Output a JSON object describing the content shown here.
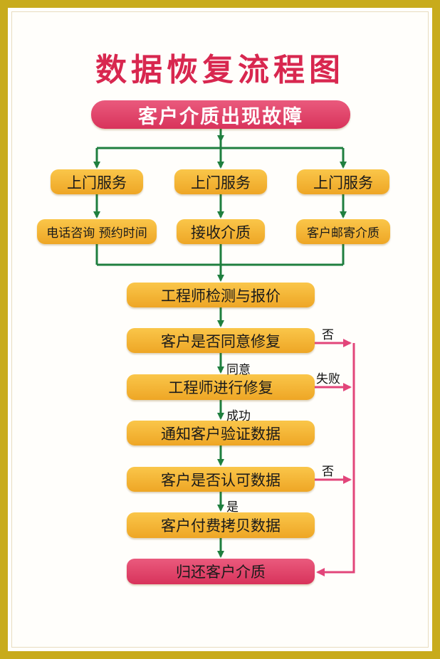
{
  "title": "数据恢复流程图",
  "nodes": {
    "fault": "客户介质出现故障",
    "service_left": "上门服务",
    "service_mid": "上门服务",
    "service_right": "上门服务",
    "phone": "电话咨询 预约时间",
    "receive": "接收介质",
    "mail": "客户邮寄介质",
    "inspect": "工程师检测与报价",
    "agree": "客户是否同意修复",
    "repair": "工程师进行修复",
    "notify": "通知客户验证数据",
    "approve": "客户是否认可数据",
    "pay": "客户付费拷贝数据",
    "return": "归还客户介质"
  },
  "labels": {
    "no_agree": "否",
    "agree_yes": "同意",
    "repair_fail": "失败",
    "repair_success": "成功",
    "no_approve": "否",
    "approve_yes": "是"
  },
  "colors": {
    "green_line": "#1f7f3f",
    "pink_line": "#e2457a",
    "orange_box": "#f5b633",
    "pink_box": "#e04468",
    "frame": "#c8ab1c",
    "title": "#d8274f"
  }
}
